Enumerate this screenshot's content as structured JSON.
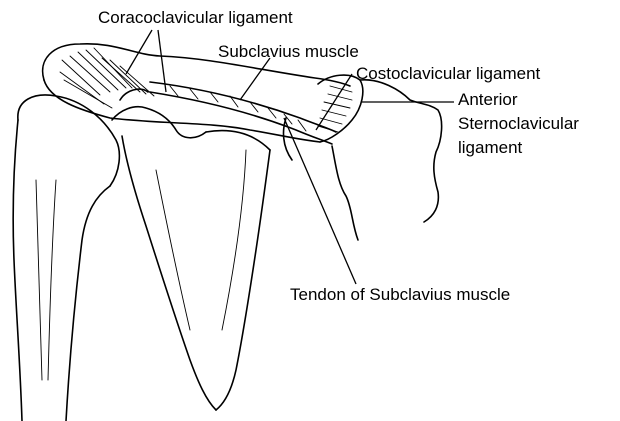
{
  "labels": {
    "coracoclavicular": "Coracoclavicular ligament",
    "subclavius": "Subclavius muscle",
    "costoclavicular": "Costoclavicular ligament",
    "anterior_sc_1": "Anterior",
    "anterior_sc_2": "Sternoclavicular",
    "anterior_sc_3": "ligament",
    "tendon": "Tendon of Subclavius muscle"
  }
}
